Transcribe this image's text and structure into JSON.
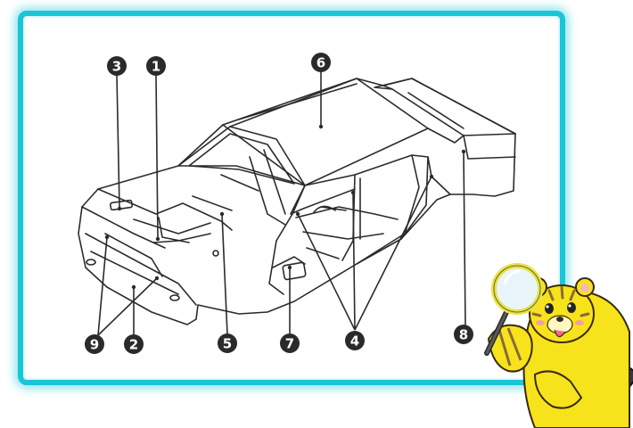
{
  "badges": [
    {
      "id": "1",
      "label": "1"
    },
    {
      "id": "2",
      "label": "2"
    },
    {
      "id": "3",
      "label": "3"
    },
    {
      "id": "4",
      "label": "4"
    },
    {
      "id": "5",
      "label": "5"
    },
    {
      "id": "6",
      "label": "6"
    },
    {
      "id": "7",
      "label": "7"
    },
    {
      "id": "8",
      "label": "8"
    },
    {
      "id": "9",
      "label": "9"
    }
  ],
  "colors": {
    "frame": "#19c6d6",
    "badge": "#2a2a2a",
    "line": "#2b2b2b",
    "mascot_yellow": "#f7e31b",
    "mascot_stripe": "#8a6a3a",
    "magnifier_rim": "#e8e24a",
    "tablet": "#3a3a3a"
  }
}
